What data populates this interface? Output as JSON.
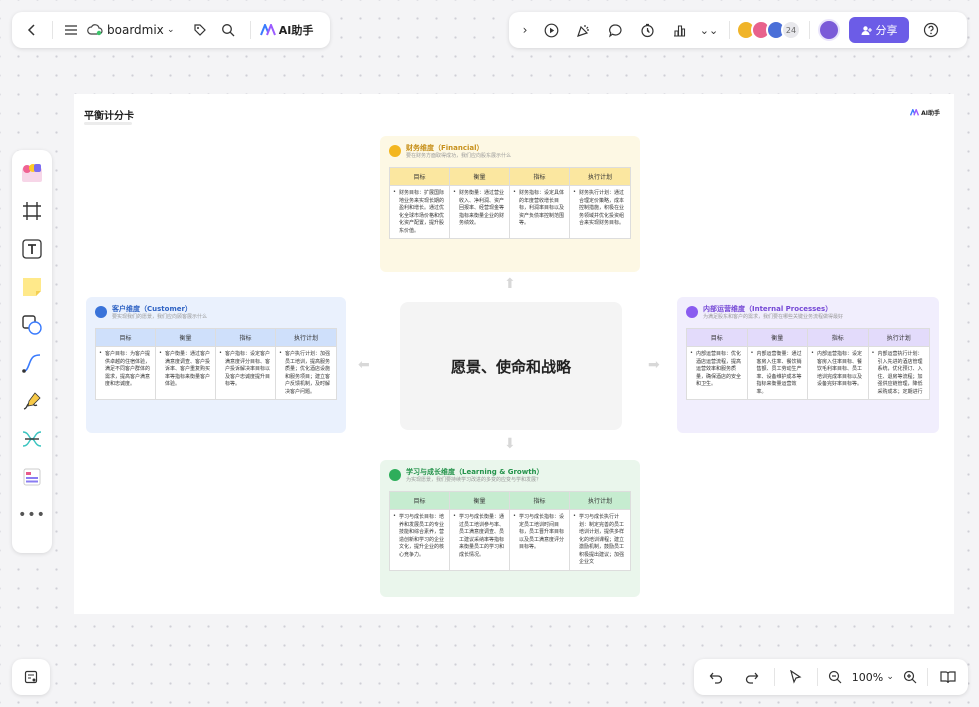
{
  "toolbar": {
    "app_name": "boardmix",
    "ai_label": "AI助手",
    "collab_count": "24",
    "share_label": "分享"
  },
  "doc": {
    "title": "平衡计分卡",
    "badge": "AI助手"
  },
  "center_label": "愿景、使命和战略",
  "columns": [
    "目标",
    "衡量",
    "指标",
    "执行计划"
  ],
  "cards": {
    "financial": {
      "title": "财务维度（Financial）",
      "subtitle": "要在财务方面取得成功，我们应向股东展示什么",
      "cells": [
        "财务目标：扩展国际地业务来实现长期的盈利和增长。通过优化全球市场价格和优化资产配置，提升股东价值。",
        "财务衡量：通过营业收入、净利润、资产回报率、经营现金等指标来衡量企业的财务绩效。",
        "财务指标：设定具体的年度营收增长目标，利润率目标以及资产负债率控制范围等。",
        "财务执行计划：通过合理定价策略，成本控制措施，积极在业务领域并优化投资组合来实现财务目标。"
      ]
    },
    "customer": {
      "title": "客户维度（Customer）",
      "subtitle": "要实现我们的愿景，我们应向顾客展示什么",
      "cells": [
        "客户目标：为客户提供卓越的住宿体验，满足不同客户群体的需求，提高客户满意度和忠诚度。",
        "客户衡量：通过客户满意度调查、客户投诉率、客户重复购买率等指标来衡量客户体验。",
        "客户指标：设定客户满意度评分目标、客户投诉解决率目标以及客户忠诚度提升目标等。",
        "客户执行计划：加强员工培训，提高服务质量；优化酒店设施和服务项目；建立客户反馈机制，及时解决客户问题。"
      ]
    },
    "internal": {
      "title": "内部运营维度（Internal Processes）",
      "subtitle": "为满足股东和客户的需求，我们要在哪些关键业务流程做得最好",
      "cells": [
        "内部运营目标：优化酒店运营流程，提高运营效率和服务质量，确保酒店的安全和卫生。",
        "内部运营衡量：通过客房入住率、餐饮销售额、员工劳动生产率、设备维护成本等指标来衡量运营效率。",
        "内部运营指标：设定客房入住率目标、餐饮毛利率目标、员工培训完成率目标以及设备完好率目标等。",
        "内部运营执行计划：引入先进的酒店管理系统，优化预订、入住、退房等流程；加强供应链管理，降低采购成本；定期进行"
      ]
    },
    "learning": {
      "title": "学习与成长维度（Learning & Growth）",
      "subtitle": "为实现愿景，我们要持续学习改进的多变的应变与学和发展？",
      "cells": [
        "学习与成长目标：培养和发展员工的专业技能和综合素养，营造创新和学习的企业文化，提升企业的核心竞争力。",
        "学习与成长衡量：通过员工培训参与率、员工满意度调查、员工建议采纳率等指标来衡量员工的学习和成长情况。",
        "学习与成长指标：设定员工培训时间目标，员工晋升率目标以及员工满意度评分目标等。",
        "学习与成长执行计划：制定完善的员工培训计划，提供多样化的培训课程；建立激励机制，鼓励员工积极提出建议；加强企业文"
      ]
    }
  },
  "zoom": "100%",
  "colors": {
    "accent": "#6c5ce7",
    "financial_bg": "#fdf8e4",
    "customer_bg": "#eaf1fd",
    "internal_bg": "#f1eefd",
    "learning_bg": "#eaf6ec",
    "center_bg": "#f4f4f4"
  }
}
